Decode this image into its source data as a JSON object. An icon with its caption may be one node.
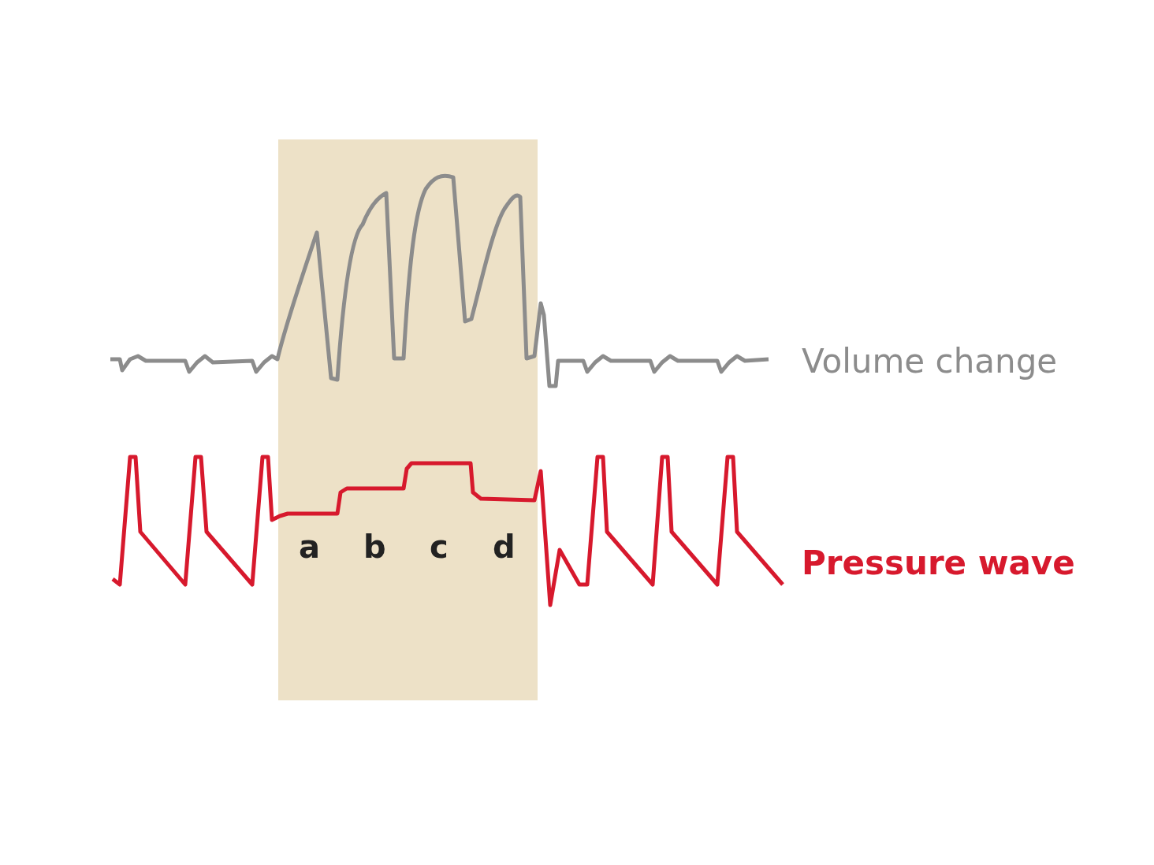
{
  "diagram": {
    "nodes": [
      {
        "text": [
          "a",
          "b",
          "c",
          "d"
        ]
      }
    ],
    "edges": [],
    "labels": [
      "Volume change",
      "Pressure wave"
    ]
  }
}
